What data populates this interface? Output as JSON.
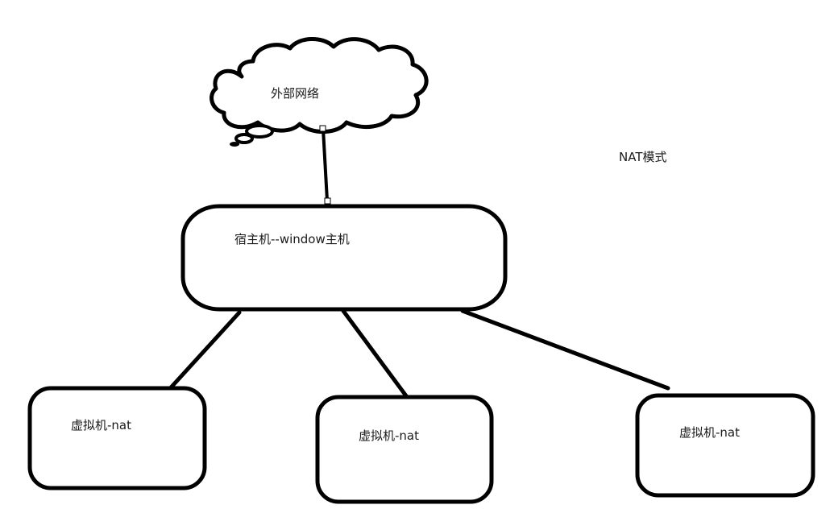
{
  "diagram": {
    "mode_title": "NAT模式",
    "cloud": {
      "label": "外部网络"
    },
    "host": {
      "label": "宿主机--window主机"
    },
    "vms": [
      {
        "label": "虚拟机-nat"
      },
      {
        "label": "虚拟机-nat"
      },
      {
        "label": "虚拟机-nat"
      }
    ]
  },
  "colors": {
    "stroke": "#000000",
    "background": "#ffffff",
    "text": "#1a1a1a"
  }
}
